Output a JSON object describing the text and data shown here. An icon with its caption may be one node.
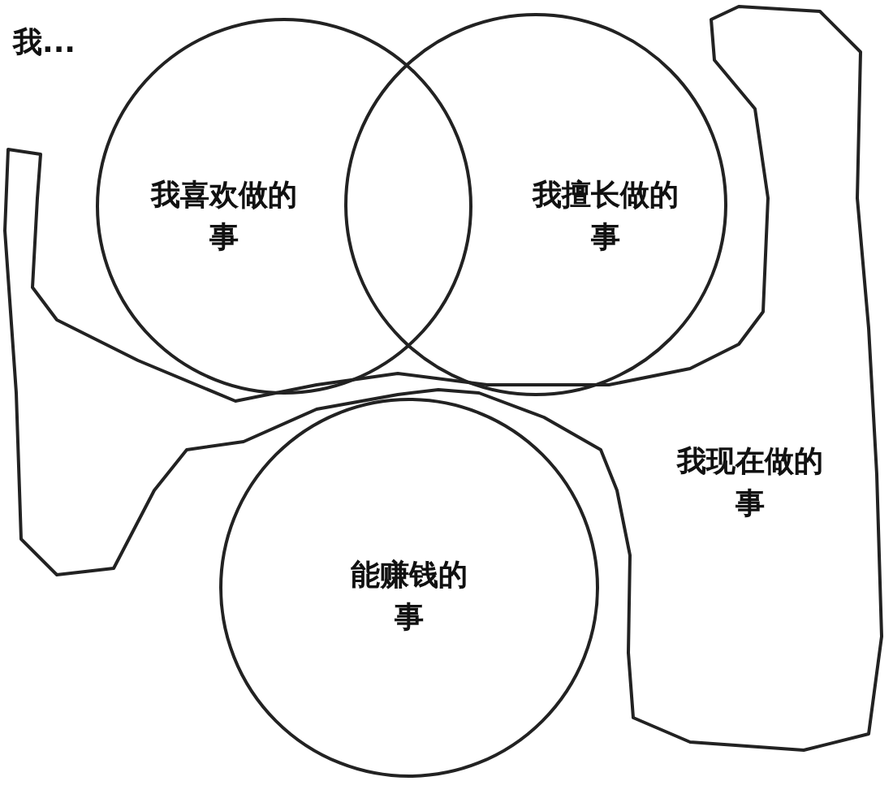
{
  "diagram": {
    "title": "我...",
    "nodes": [
      {
        "text": [
          "我喜欢做的事"
        ]
      },
      {
        "text": [
          "我擅长做的事"
        ]
      },
      {
        "text": [
          "我现在做的事"
        ]
      },
      {
        "text": [
          "能赚钱的事"
        ]
      }
    ]
  }
}
